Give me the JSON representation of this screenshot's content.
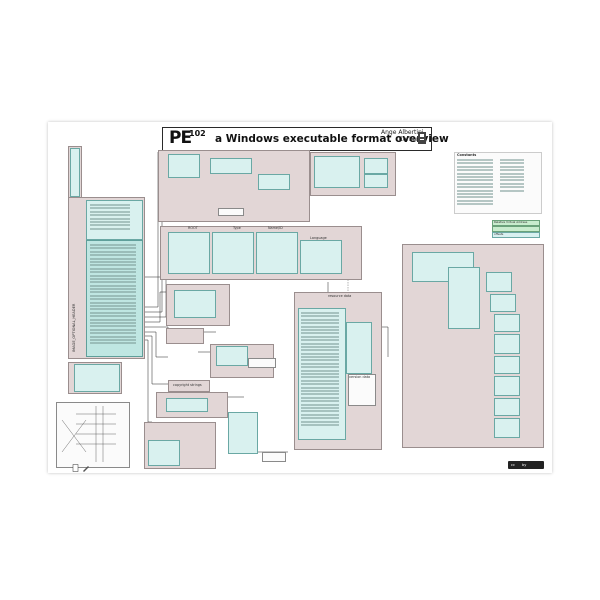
{
  "title": {
    "pe": "PE",
    "version": "102",
    "main": "a Windows executable format overview",
    "author": "Ange Albertini",
    "handle": "Corkami"
  },
  "labels": {
    "constants": "Constants",
    "relative_virtual_address": "Relative Virtual Address",
    "offsets": "offsets",
    "copyright_strings": "copyright strings",
    "resources": "resources",
    "language": "Language",
    "resource_data": "resource data",
    "version_data": "version data",
    "entry_point": "EntryPoint",
    "rva": "RVA",
    "type": "Type",
    "name_id": "Name/ID",
    "root": "ROOT"
  },
  "colors": {
    "background": "#ffffff",
    "pink_panel": "#e2d6d6",
    "teal_structure": "#d9f1ef",
    "teal_border": "#6aa8a4",
    "green_note": "#c8eccd"
  },
  "icons": [
    "document-icon",
    "tool-icon",
    "creative-commons-icon"
  ]
}
